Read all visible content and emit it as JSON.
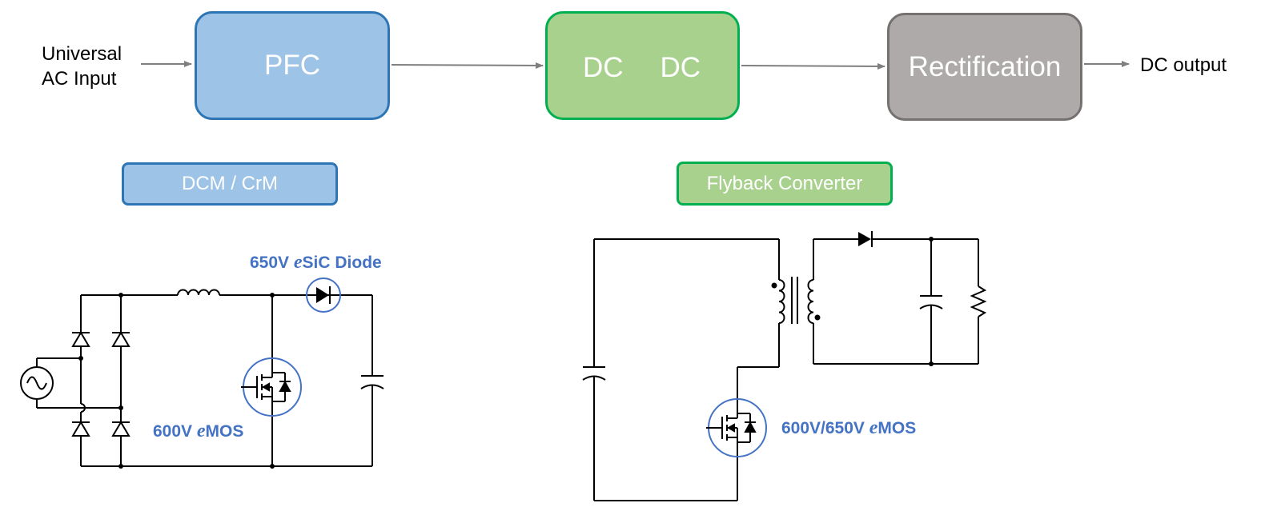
{
  "flow": {
    "input_line1": "Universal",
    "input_line2": "AC Input",
    "pfc_label": "PFC",
    "dcdc_left": "DC",
    "dcdc_right": "DC",
    "rect_label": "Rectification",
    "output_label": "DC output"
  },
  "topologies": {
    "pfc_type": "DCM / CrM",
    "dcdc_type": "Flyback Converter"
  },
  "parts": {
    "diode_prefix": "650V ",
    "diode_e": "e",
    "diode_suffix": "SiC Diode",
    "pfc_mos_prefix": "600V ",
    "pfc_mos_e": "e",
    "pfc_mos_suffix": "MOS",
    "fly_mos_prefix": "600V/650V ",
    "fly_mos_e": "e",
    "fly_mos_suffix": "MOS"
  },
  "colors": {
    "pfc_fill": "#9dc3e6",
    "pfc_border": "#2e75b6",
    "dcdc_fill": "#a9d18e",
    "dcdc_border": "#00b050",
    "rect_fill": "#aeaaaa",
    "rect_border": "#767171",
    "highlight": "#4472c4"
  }
}
